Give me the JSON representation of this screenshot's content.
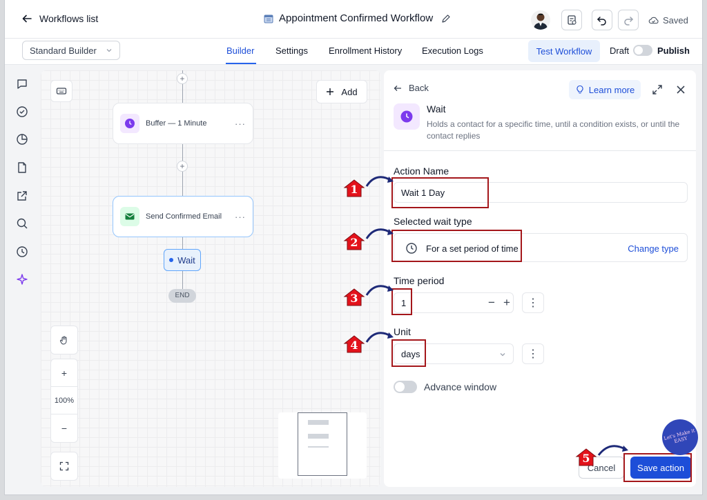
{
  "topbar": {
    "back_label": "Workflows list",
    "workflow_title": "Appointment Confirmed Workflow",
    "saved_label": "Saved"
  },
  "subbar": {
    "builder_mode": "Standard Builder",
    "tabs": [
      {
        "label": "Builder",
        "active": true
      },
      {
        "label": "Settings"
      },
      {
        "label": "Enrollment History"
      },
      {
        "label": "Execution Logs"
      }
    ],
    "test_button": "Test Workflow",
    "draft_label": "Draft",
    "publish_label": "Publish"
  },
  "sidebar": {
    "icons": [
      "chat-icon",
      "check-circle-icon",
      "pie-chart-icon",
      "document-icon",
      "external-link-icon",
      "search-icon",
      "clock-history-icon",
      "sparkle-icon"
    ]
  },
  "canvas": {
    "add_button": "Add",
    "nodes": [
      {
        "label": "Buffer — 1 Minute",
        "icon": "clock-icon",
        "dots": "···"
      },
      {
        "label": "Send Confirmed Email",
        "icon": "email-icon",
        "dots": "···"
      }
    ],
    "wait_node": "Wait",
    "end_node": "END",
    "zoom": {
      "plus": "+",
      "level": "100%",
      "minus": "−"
    },
    "plus_symbol": "+"
  },
  "panel": {
    "back_label": "Back",
    "learn_more": "Learn more",
    "title": "Wait",
    "description": "Holds a contact for a specific time, until a condition exists, or until the contact replies",
    "action_name_label": "Action Name",
    "action_name_value": "Wait 1 Day",
    "wait_type_label": "Selected wait type",
    "wait_type_value": "For a set period of time",
    "change_type": "Change type",
    "time_period_label": "Time period",
    "time_period_value": "1",
    "minus": "−",
    "plus": "+",
    "kebab": "⋮",
    "unit_label": "Unit",
    "unit_value": "days",
    "advance_window_label": "Advance window",
    "cancel_button": "Cancel",
    "save_button": "Save action"
  },
  "annotations": {
    "steps": [
      "1",
      "2",
      "3",
      "4",
      "5"
    ],
    "highlight_color": "#a4161a",
    "badge_color": "#e3121b",
    "arrow_color": "#1e2a78",
    "watermark": "Let's Make it EASY"
  },
  "colors": {
    "accent": "#1d4ed8",
    "wait_icon": "#7c3aed",
    "email_icon": "#15803d"
  }
}
